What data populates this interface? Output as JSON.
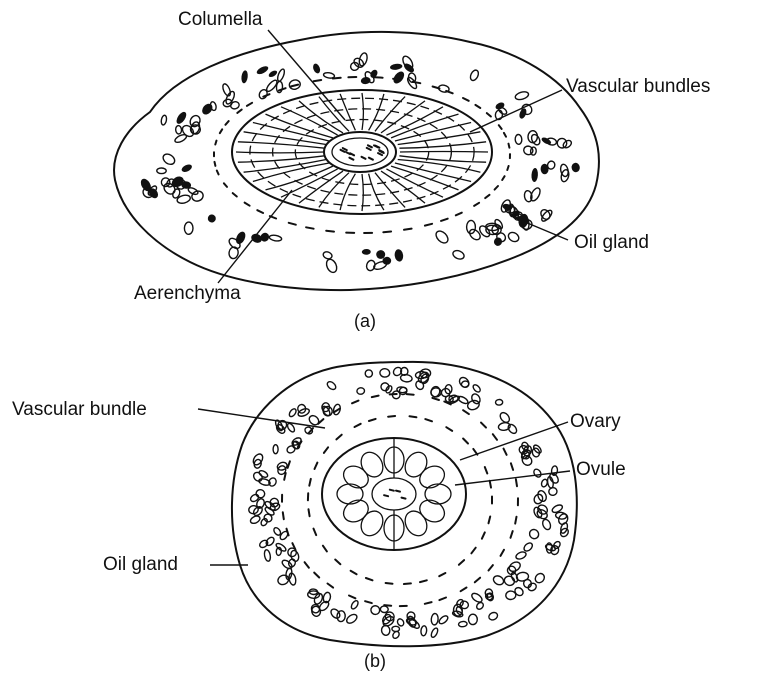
{
  "figure_a": {
    "caption": "(a)",
    "labels": {
      "columella": "Columella",
      "vascular_bundles": "Vascular bundles",
      "oil_gland": "Oil gland",
      "aerenchyma": "Aerenchyma"
    }
  },
  "figure_b": {
    "caption": "(b)",
    "labels": {
      "vascular_bundle": "Vascular bundle",
      "ovary": "Ovary",
      "ovule": "Ovule",
      "oil_gland": "Oil gland"
    }
  }
}
